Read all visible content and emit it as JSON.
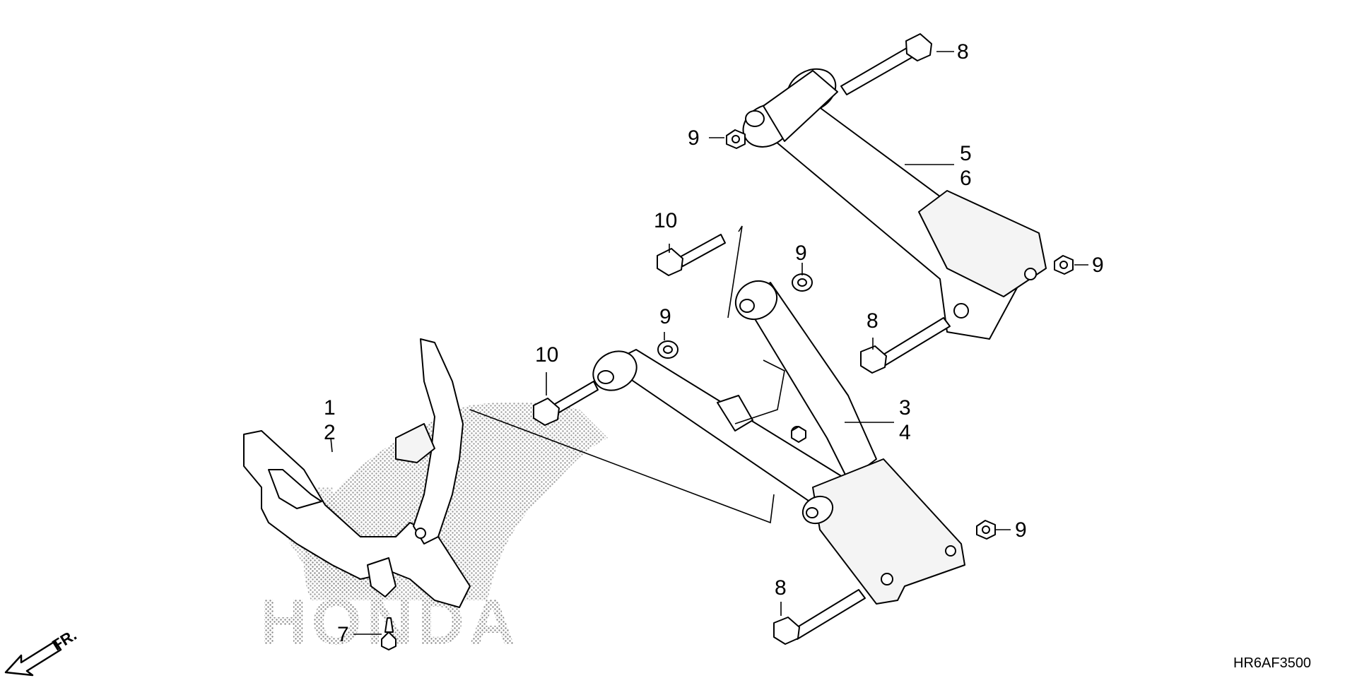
{
  "callouts": {
    "c1": "1",
    "c2": "2",
    "c3": "3",
    "c4": "4",
    "c5": "5",
    "c6": "6",
    "c7": "7",
    "c8_top": "8",
    "c8_mid": "8",
    "c8_bot": "8",
    "c9_topleft": "9",
    "c9_right": "9",
    "c9_mid": "9",
    "c9_center": "9",
    "c9_lower": "9",
    "c10_upper": "10",
    "c10_lower": "10"
  },
  "direction_label": "FR.",
  "diagram_code": "HR6AF3500",
  "watermark_text": "HONDA",
  "colors": {
    "line": "#000000",
    "background": "#ffffff",
    "watermark": "#8a8a8a"
  },
  "icons": {
    "direction": "front-direction-arrow-icon"
  }
}
